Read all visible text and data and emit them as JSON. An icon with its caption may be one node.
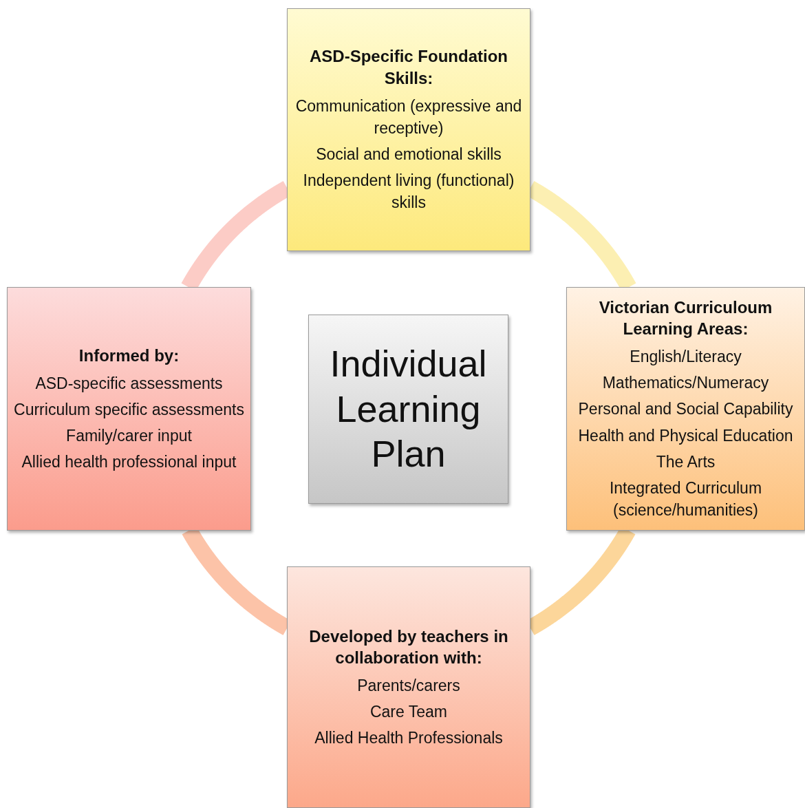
{
  "diagram": {
    "nodes": [
      {
        "text": [
          "ASD-Specific Foundation Skills:",
          "Communication (expressive and receptive)",
          "Social and emotional skills",
          "Independent living (functional) skills"
        ]
      },
      {
        "text": [
          "Informed by:",
          "ASD-specific assessments",
          "Curriculum specific assessments",
          "Family/carer input",
          "Allied health professional input"
        ]
      },
      {
        "text": [
          "Individual Learning Plan"
        ]
      },
      {
        "text": [
          "Victorian Curriculoum Learning Areas:",
          "English/Literacy",
          "Mathematics/Numeracy",
          "Personal and Social Capability",
          "Health and Physical Education",
          "The Arts",
          "Integrated Curriculum (science/humanities)"
        ]
      },
      {
        "text": [
          "Developed by teachers in collaboration with:",
          "Parents/carers",
          "Care Team",
          "Allied Health Professionals"
        ]
      }
    ],
    "edges": [
      {
        "from": 0,
        "to": 3,
        "arrow": "none",
        "color": "#fcefb2"
      },
      {
        "from": 3,
        "to": 4,
        "arrow": "none",
        "color": "#fcd69a"
      },
      {
        "from": 4,
        "to": 1,
        "arrow": "none",
        "color": "#fcc3a8"
      },
      {
        "from": 1,
        "to": 0,
        "arrow": "none",
        "color": "#fcccc6"
      }
    ]
  }
}
